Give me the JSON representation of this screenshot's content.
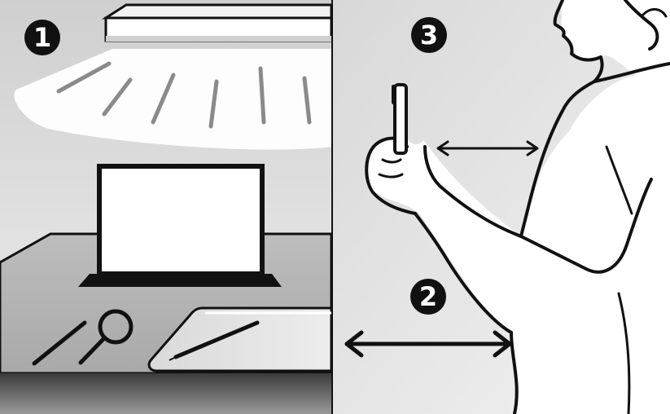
{
  "illustration": {
    "step_markers": [
      {
        "label": "1"
      },
      {
        "label": "2"
      },
      {
        "label": "3"
      }
    ],
    "colors": {
      "outline": "#111111",
      "left_panel_bg": "#d9d9d9",
      "right_panel_bg": "#e6e6e6",
      "desk": "#b5b5b5",
      "light_rays": "#8a8a8a",
      "screen": "#ffffff"
    },
    "icons": [
      "lamp-icon",
      "laptop-icon",
      "magnifier-icon",
      "pen-icon",
      "tablet-icon",
      "phone-icon",
      "person-icon",
      "double-arrow-icon"
    ]
  }
}
